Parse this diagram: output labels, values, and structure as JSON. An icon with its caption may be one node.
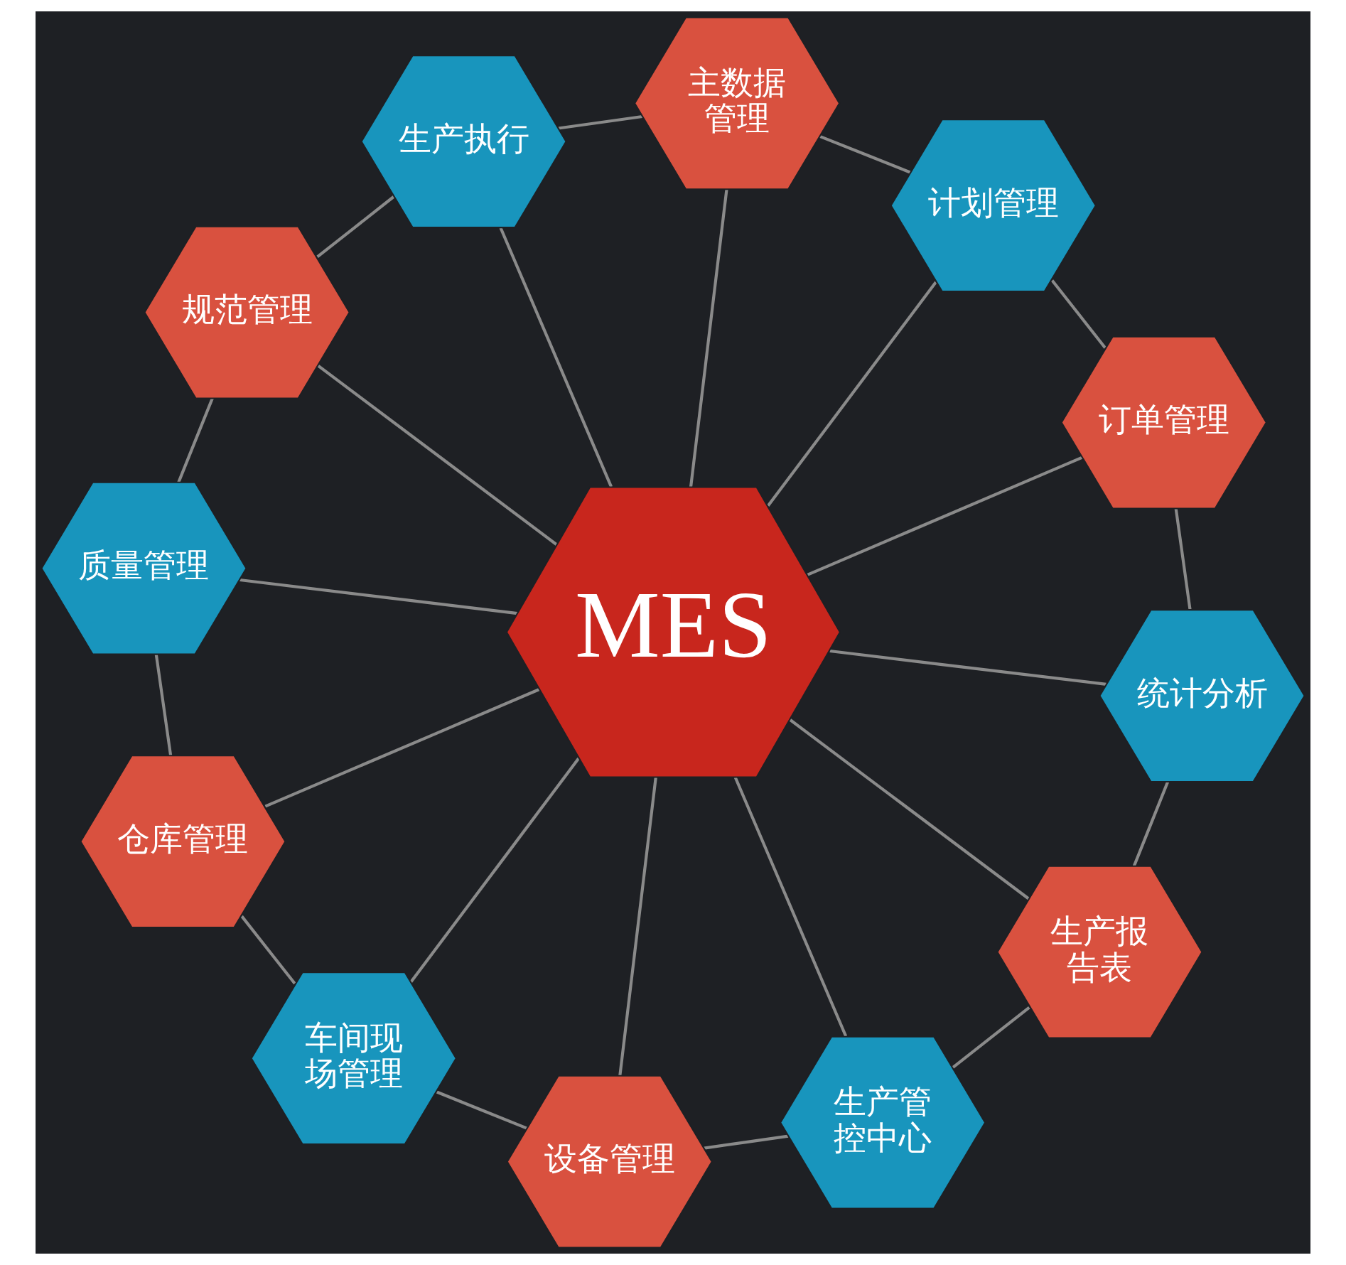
{
  "diagram": {
    "nodes": [
      {
        "text": [
          "MES"
        ]
      },
      {
        "text": [
          "计划管理"
        ]
      },
      {
        "text": [
          "主数据管理"
        ]
      },
      {
        "text": [
          "生产执行"
        ]
      },
      {
        "text": [
          "规范管理"
        ]
      },
      {
        "text": [
          "质量管理"
        ]
      },
      {
        "text": [
          "仓库管理"
        ]
      },
      {
        "text": [
          "车间现场管理"
        ]
      },
      {
        "text": [
          "设备管理"
        ]
      },
      {
        "text": [
          "生产管控中心"
        ]
      },
      {
        "text": [
          "生产报告表"
        ]
      },
      {
        "text": [
          "统计分析"
        ]
      },
      {
        "text": [
          "订单管理"
        ]
      }
    ],
    "edges": [
      {
        "from": 0,
        "to": 1,
        "arrow": "none"
      },
      {
        "from": 0,
        "to": 2,
        "arrow": "none"
      },
      {
        "from": 0,
        "to": 3,
        "arrow": "none"
      },
      {
        "from": 0,
        "to": 4,
        "arrow": "none"
      },
      {
        "from": 0,
        "to": 5,
        "arrow": "none"
      },
      {
        "from": 0,
        "to": 6,
        "arrow": "none"
      },
      {
        "from": 0,
        "to": 7,
        "arrow": "none"
      },
      {
        "from": 0,
        "to": 8,
        "arrow": "none"
      },
      {
        "from": 0,
        "to": 9,
        "arrow": "none"
      },
      {
        "from": 0,
        "to": 10,
        "arrow": "none"
      },
      {
        "from": 0,
        "to": 11,
        "arrow": "none"
      },
      {
        "from": 0,
        "to": 12,
        "arrow": "none"
      },
      {
        "from": 1,
        "to": 2,
        "arrow": "none"
      },
      {
        "from": 2,
        "to": 3,
        "arrow": "none"
      },
      {
        "from": 3,
        "to": 4,
        "arrow": "none"
      },
      {
        "from": 4,
        "to": 5,
        "arrow": "none"
      },
      {
        "from": 5,
        "to": 6,
        "arrow": "none"
      },
      {
        "from": 6,
        "to": 7,
        "arrow": "none"
      },
      {
        "from": 7,
        "to": 8,
        "arrow": "none"
      },
      {
        "from": 8,
        "to": 9,
        "arrow": "none"
      },
      {
        "from": 9,
        "to": 10,
        "arrow": "none"
      },
      {
        "from": 10,
        "to": 11,
        "arrow": "none"
      },
      {
        "from": 11,
        "to": 12,
        "arrow": "none"
      },
      {
        "from": 12,
        "to": 1,
        "arrow": "none"
      }
    ]
  }
}
